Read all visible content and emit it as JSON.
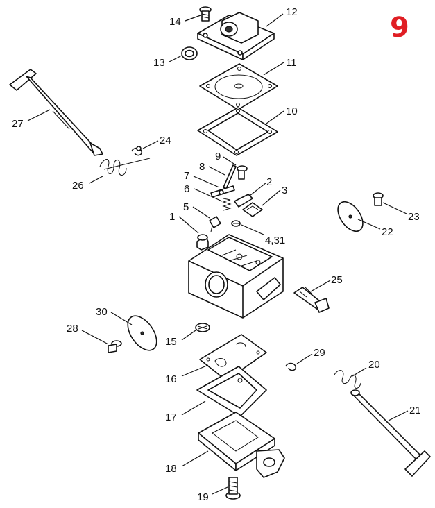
{
  "page_number": "9",
  "callouts": [
    {
      "id": "14",
      "label": "14"
    },
    {
      "id": "12",
      "label": "12"
    },
    {
      "id": "13",
      "label": "13"
    },
    {
      "id": "11",
      "label": "11"
    },
    {
      "id": "10",
      "label": "10"
    },
    {
      "id": "27",
      "label": "27"
    },
    {
      "id": "24",
      "label": "24"
    },
    {
      "id": "9",
      "label": "9"
    },
    {
      "id": "8",
      "label": "8"
    },
    {
      "id": "26",
      "label": "26"
    },
    {
      "id": "7",
      "label": "7"
    },
    {
      "id": "2",
      "label": "2"
    },
    {
      "id": "6",
      "label": "6"
    },
    {
      "id": "3",
      "label": "3"
    },
    {
      "id": "5",
      "label": "5"
    },
    {
      "id": "23",
      "label": "23"
    },
    {
      "id": "1",
      "label": "1"
    },
    {
      "id": "22",
      "label": "22"
    },
    {
      "id": "4_31",
      "label": "4,31"
    },
    {
      "id": "25",
      "label": "25"
    },
    {
      "id": "30",
      "label": "30"
    },
    {
      "id": "28",
      "label": "28"
    },
    {
      "id": "15",
      "label": "15"
    },
    {
      "id": "29",
      "label": "29"
    },
    {
      "id": "20",
      "label": "20"
    },
    {
      "id": "16",
      "label": "16"
    },
    {
      "id": "21",
      "label": "21"
    },
    {
      "id": "17",
      "label": "17"
    },
    {
      "id": "18",
      "label": "18"
    },
    {
      "id": "19",
      "label": "19"
    }
  ]
}
